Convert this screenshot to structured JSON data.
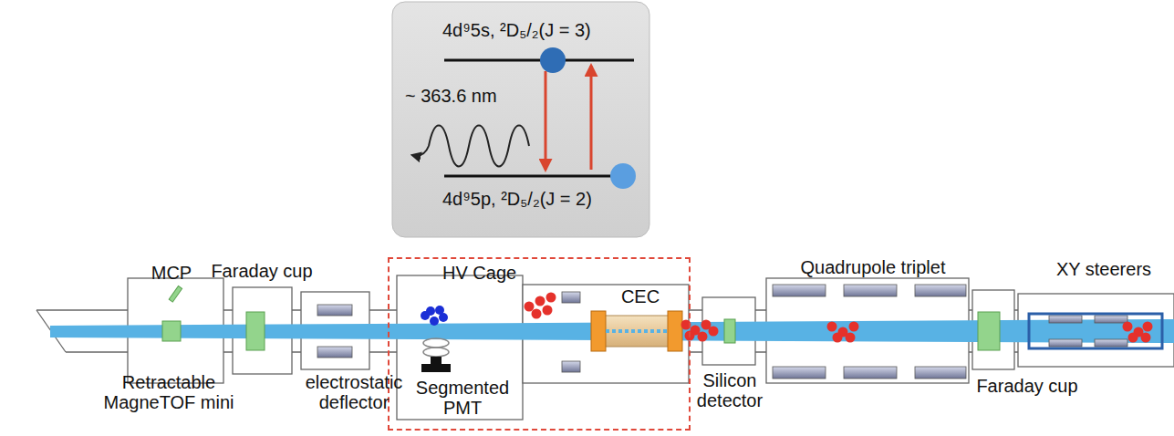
{
  "diagram": {
    "nodes": [
      {
        "text": [
          "4d⁹5s, ²D₅/₂(J = 3)",
          "~ 363.6 nm",
          "4d⁹5p, ²D₅/₂(J = 2)"
        ]
      },
      {
        "text": [
          "HV Cage"
        ]
      },
      {
        "text": [
          "CEC"
        ],
        "in": 1
      }
    ],
    "labels": [
      "MCP",
      "Faraday cup",
      "Retractable MagneTOF mini",
      "electrostatic deflector",
      "Segmented PMT",
      "Silicon detector",
      "Quadrupole triplet",
      "Faraday cup",
      "XY steerers"
    ]
  }
}
